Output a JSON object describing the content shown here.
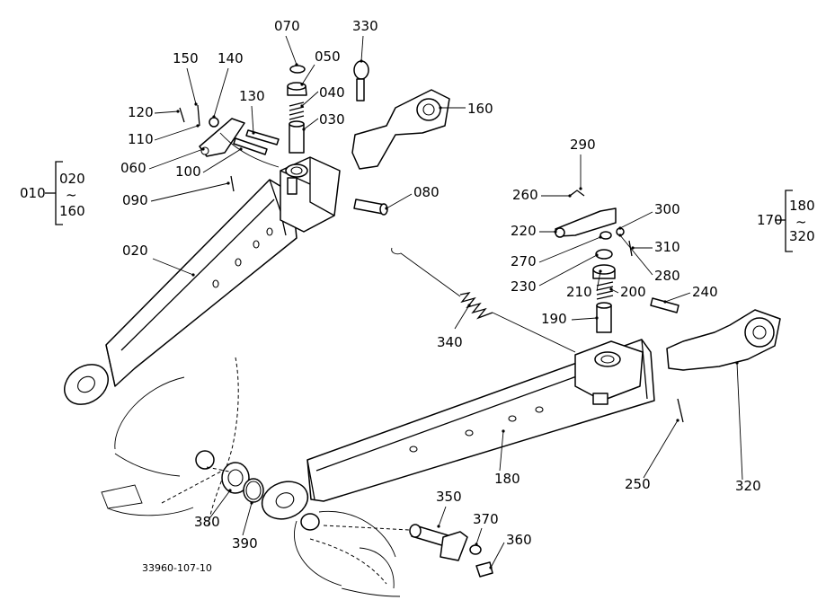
{
  "figure_code": "33960-107-10",
  "groups": [
    {
      "main": "010",
      "sub": [
        "020",
        "160"
      ]
    },
    {
      "main": "170",
      "sub": [
        "180",
        "320"
      ]
    }
  ],
  "part_labels": [
    {
      "id": "p070",
      "text": "070"
    },
    {
      "id": "p330",
      "text": "330"
    },
    {
      "id": "p050",
      "text": "050"
    },
    {
      "id": "p150",
      "text": "150"
    },
    {
      "id": "p140",
      "text": "140"
    },
    {
      "id": "p040",
      "text": "040"
    },
    {
      "id": "p130",
      "text": "130"
    },
    {
      "id": "p030",
      "text": "030"
    },
    {
      "id": "p120",
      "text": "120"
    },
    {
      "id": "p160",
      "text": "160"
    },
    {
      "id": "p110",
      "text": "110"
    },
    {
      "id": "p060",
      "text": "060"
    },
    {
      "id": "p100",
      "text": "100"
    },
    {
      "id": "p090",
      "text": "090"
    },
    {
      "id": "p080",
      "text": "080"
    },
    {
      "id": "p020",
      "text": "020"
    },
    {
      "id": "p290",
      "text": "290"
    },
    {
      "id": "p260",
      "text": "260"
    },
    {
      "id": "p300",
      "text": "300"
    },
    {
      "id": "p220",
      "text": "220"
    },
    {
      "id": "p310",
      "text": "310"
    },
    {
      "id": "p270",
      "text": "270"
    },
    {
      "id": "p280",
      "text": "280"
    },
    {
      "id": "p230",
      "text": "230"
    },
    {
      "id": "p210",
      "text": "210"
    },
    {
      "id": "p200",
      "text": "200"
    },
    {
      "id": "p240",
      "text": "240"
    },
    {
      "id": "p190",
      "text": "190"
    },
    {
      "id": "p340",
      "text": "340"
    },
    {
      "id": "p180",
      "text": "180"
    },
    {
      "id": "p250",
      "text": "250"
    },
    {
      "id": "p320",
      "text": "320"
    },
    {
      "id": "p350",
      "text": "350"
    },
    {
      "id": "p370",
      "text": "370"
    },
    {
      "id": "p360",
      "text": "360"
    },
    {
      "id": "p380",
      "text": "380"
    },
    {
      "id": "p390",
      "text": "390"
    }
  ]
}
